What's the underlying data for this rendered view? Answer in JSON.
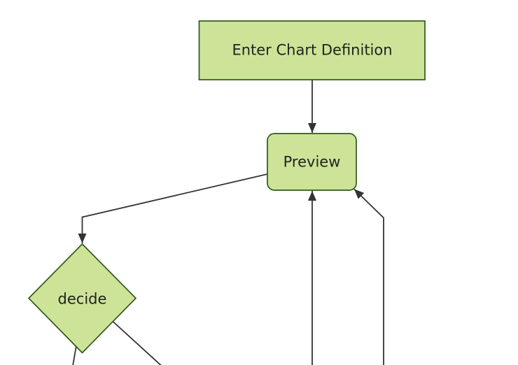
{
  "diagram": {
    "type": "flowchart",
    "direction": "top-down",
    "nodes": [
      {
        "id": "definition",
        "label": "Enter Chart Definition",
        "shape": "rectangle"
      },
      {
        "id": "preview",
        "label": "Preview",
        "shape": "rounded-rectangle"
      },
      {
        "id": "decide",
        "label": "decide",
        "shape": "diamond"
      }
    ],
    "edges": [
      {
        "from": "definition",
        "to": "preview",
        "arrowhead": true,
        "note": "straight vertical arrow"
      },
      {
        "from": "preview",
        "to": "decide",
        "arrowhead": true,
        "note": "leaves left side of Preview, bends down into diamond top"
      },
      {
        "from": "offscreen-bottom-center",
        "to": "preview",
        "arrowhead": true,
        "note": "vertical line from bottom edge into Preview bottom"
      },
      {
        "from": "offscreen-bottom-right",
        "to": "preview",
        "arrowhead": true,
        "note": "vertical line bending diagonally into Preview bottom-right corner"
      },
      {
        "from": "decide",
        "to": "offscreen-bottom-left",
        "arrowhead": false,
        "note": "cut off at bottom edge"
      },
      {
        "from": "decide",
        "to": "offscreen-bottom-right",
        "arrowhead": false,
        "note": "diagonal, cut off at bottom edge"
      }
    ]
  },
  "theme": {
    "canvas-bg": "#ffffff",
    "node-fill": "#cde498",
    "node-border": "#2f5a1b",
    "edge-color": "#333333",
    "text-color": "#222222"
  }
}
